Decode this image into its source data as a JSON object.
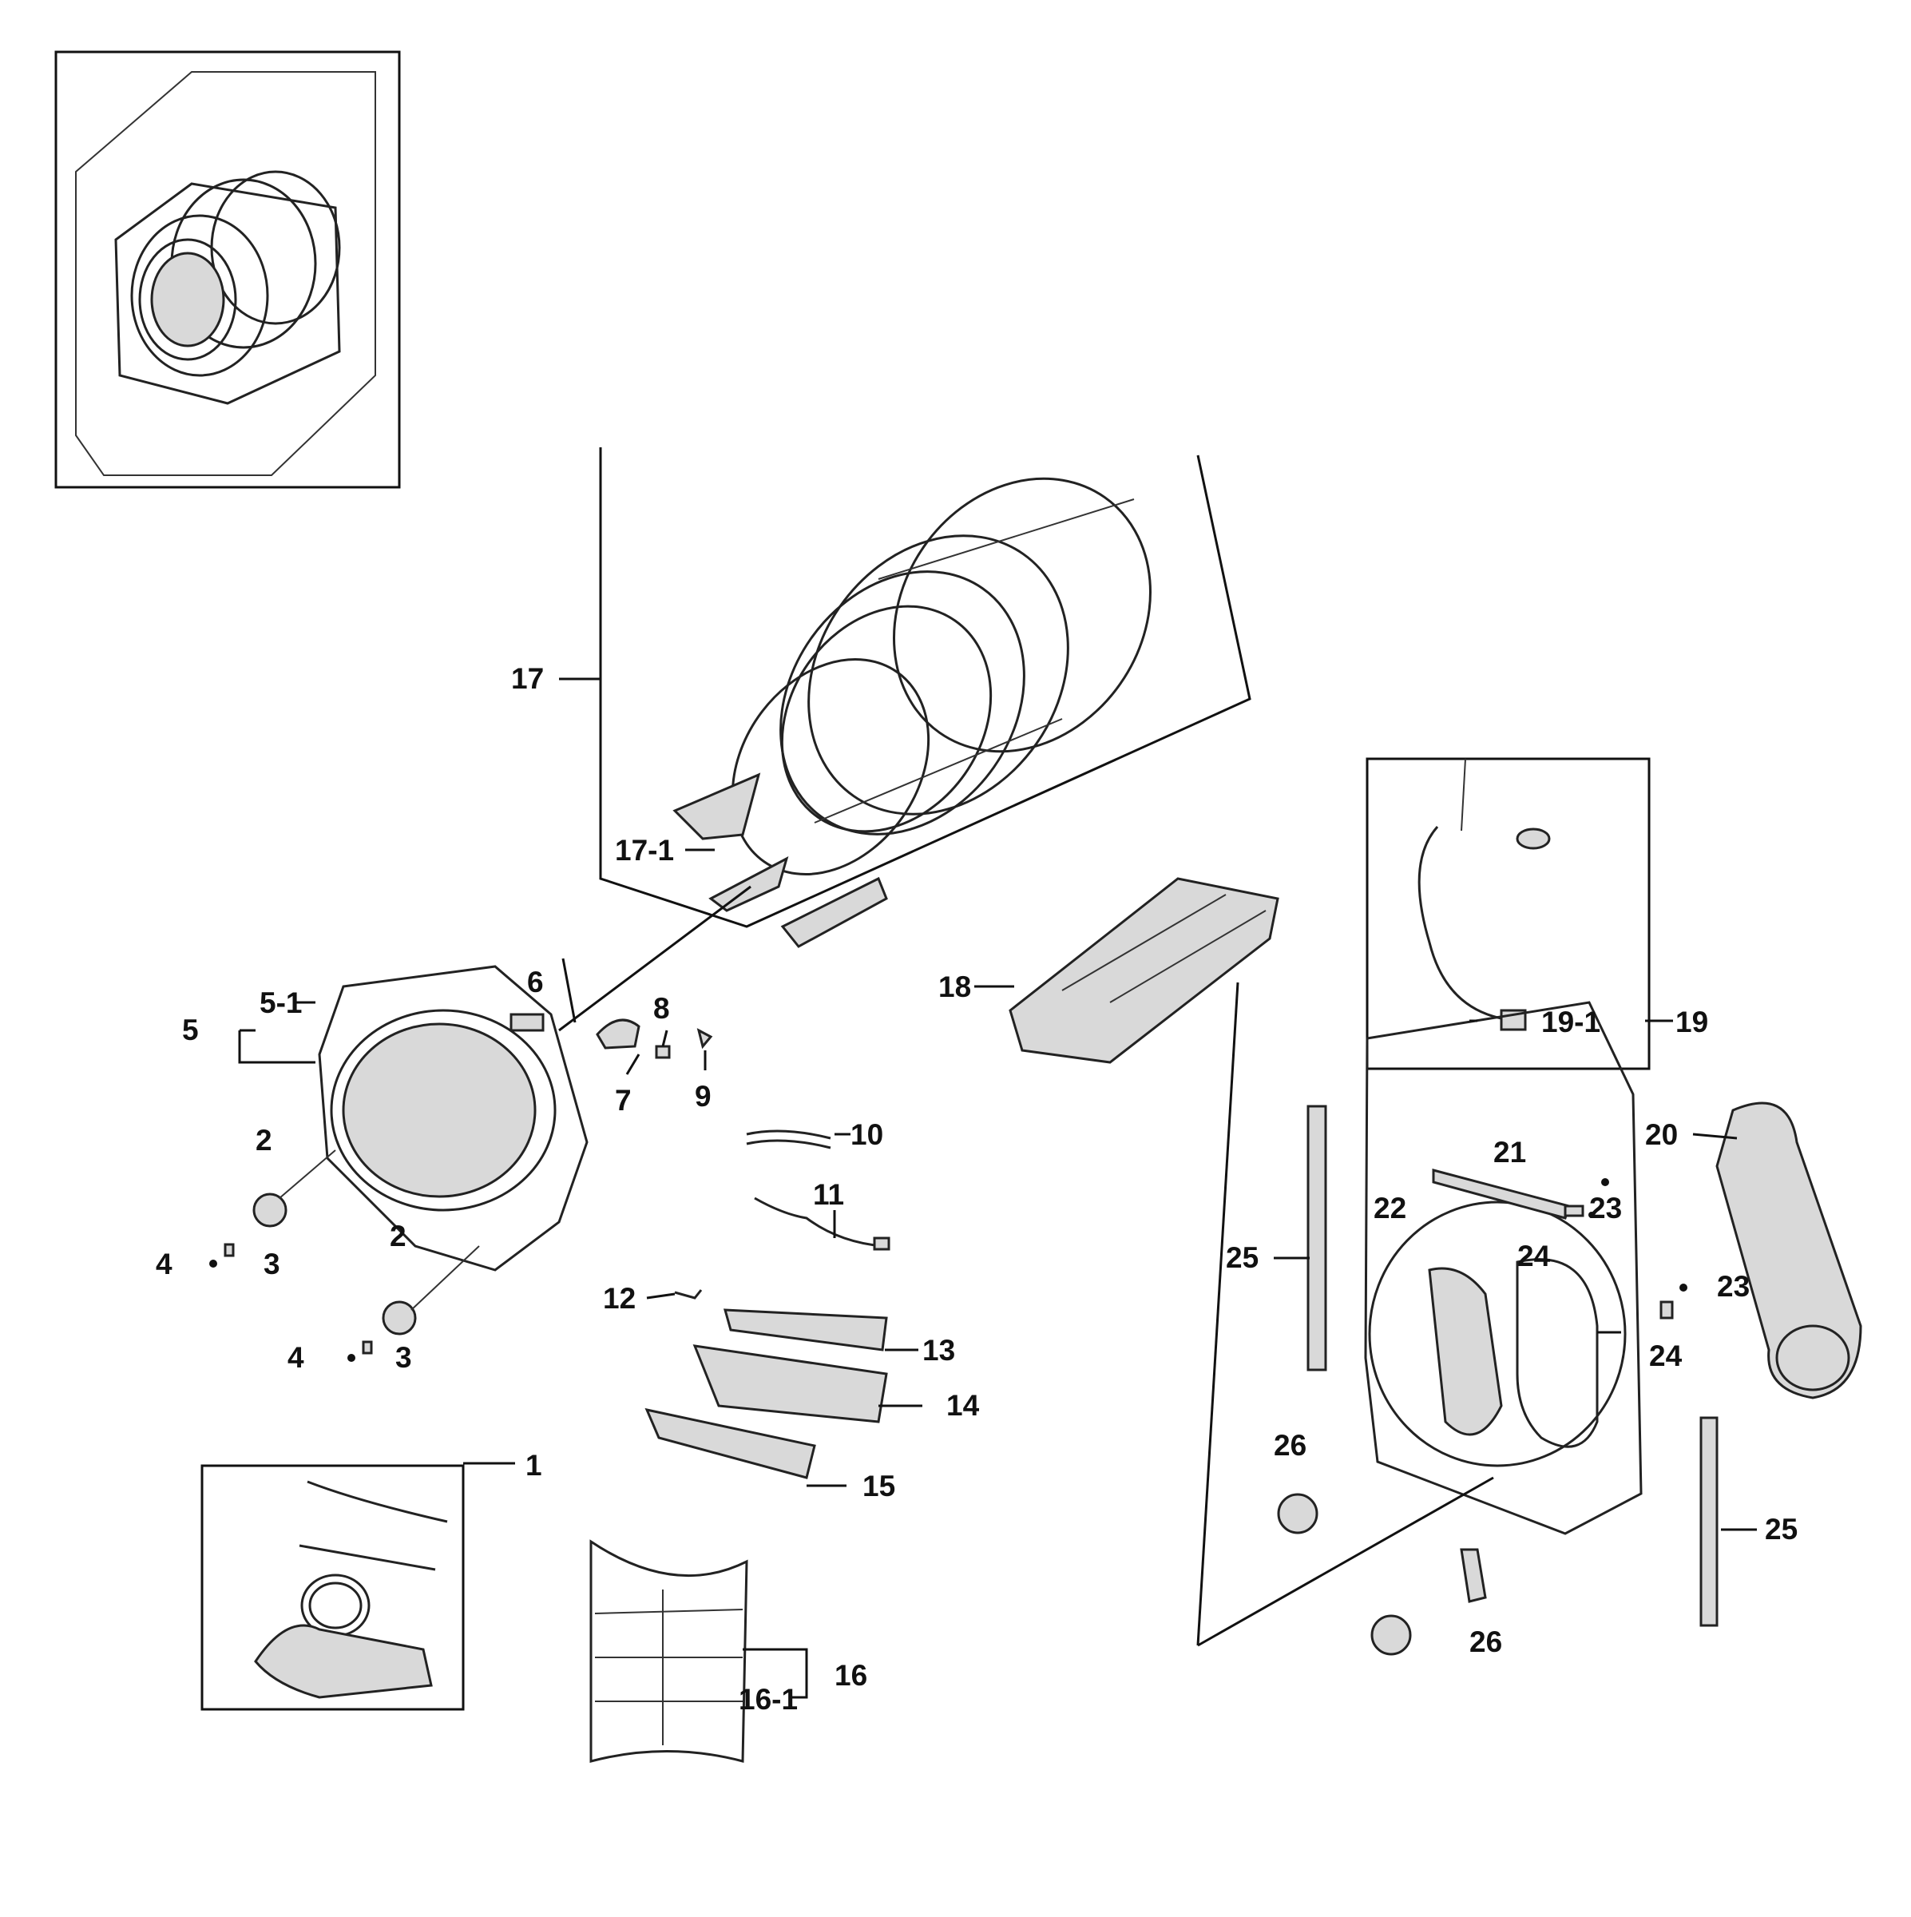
{
  "labels": {
    "l1": "1",
    "l2a": "2",
    "l2b": "2",
    "l3a": "3",
    "l3b": "3",
    "l4a": "4",
    "l4b": "4",
    "l5": "5",
    "l5_1": "5-1",
    "l6": "6",
    "l7": "7",
    "l8": "8",
    "l9": "9",
    "l10": "10",
    "l11": "11",
    "l12": "12",
    "l13": "13",
    "l14": "14",
    "l15": "15",
    "l16": "16",
    "l16_1": "16-1",
    "l17": "17",
    "l17_1": "17-1",
    "l18": "18",
    "l19": "19",
    "l19_1": "19-1",
    "l20": "20",
    "l21": "21",
    "l22": "22",
    "l23a": "23",
    "l23b": "23",
    "l24a": "24",
    "l24b": "24",
    "l25a": "25",
    "l25b": "25",
    "l26a": "26",
    "l26b": "26"
  }
}
